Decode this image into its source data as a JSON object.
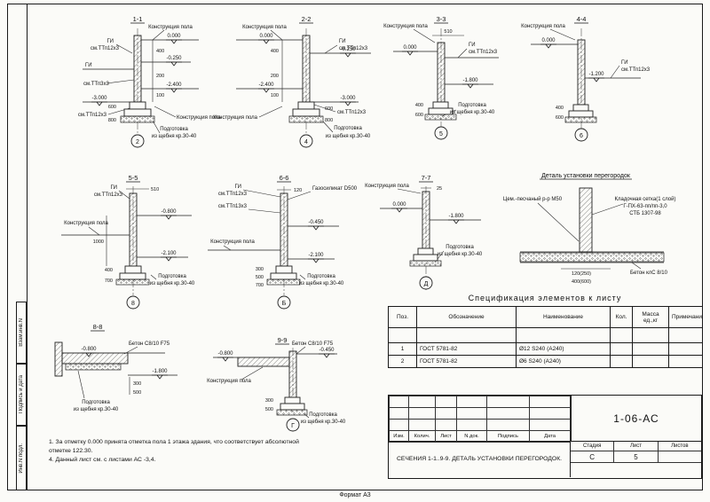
{
  "sheet": {
    "format_label": "Формат А3",
    "strip_top": "Взам.инв.N",
    "strip_mid": "Подпись и дата",
    "strip_bot": "Инв.N подл."
  },
  "common": {
    "konstr_pola": "Конструкция пола",
    "gi": "ГИ",
    "sm12": "см.ТТп12х3",
    "sm13": "см.ТТп13х3",
    "sm3": "см.ТТп3х3",
    "podg_line1": "Подготовка",
    "podg_line2": "из щебня кр.30-40"
  },
  "sections": {
    "s1": {
      "title": "1-1",
      "axis": "2",
      "e1": "0.000",
      "e2": "-0.250",
      "e3": "-2.400",
      "e4": "-3.000",
      "d1": "400",
      "d2": "200",
      "d3": "100",
      "d4": "600",
      "d5": "800"
    },
    "s2": {
      "title": "2-2",
      "axis": "4",
      "e1": "0.000",
      "e2": "-0.250",
      "e3": "-2.400",
      "e4": "-3.000",
      "d1": "400",
      "d2": "200",
      "d3": "100",
      "d4": "600",
      "d5": "800"
    },
    "s3": {
      "title": "3-3",
      "axis": "5",
      "e1": "0.000",
      "e2": "-1.800",
      "d1": "510",
      "d2": "400",
      "d3": "600"
    },
    "s4": {
      "title": "4-4",
      "axis": "6",
      "e1": "0.000",
      "e2": "-1.200",
      "d1": "400",
      "d2": "600"
    },
    "s5": {
      "title": "5-5",
      "axis": "8",
      "e1": "-0.800",
      "e2": "-2.100",
      "d1": "510",
      "d2": "1000",
      "d3": "400",
      "d4": "700"
    },
    "s6": {
      "title": "6-6",
      "axis": "Б",
      "gas": "Газосиликат D500",
      "e1": "-0.450",
      "e2": "-2.100",
      "d1": "120",
      "d2": "300",
      "d3": "500",
      "d4": "700"
    },
    "s7": {
      "title": "7-7",
      "axis": "Д",
      "e1": "0.000",
      "e2": "-1.800",
      "d1": "25"
    },
    "s8": {
      "title": "8-8",
      "beton": "Бетон С8/10 F75",
      "e1": "-0.800",
      "e2": "-1.800",
      "d1": "300",
      "d2": "500"
    },
    "s9": {
      "title": "9-9",
      "axis": "Г",
      "beton": "Бетон С8/10 F75",
      "e1": "-0.800",
      "e2": "-0.450",
      "d1": "300",
      "d2": "500"
    },
    "det": {
      "title": "Деталь установки перегородок",
      "cem": "Цем.-песчаный р-р М50",
      "setka1": "Кладочная сетка(1 слой)",
      "setka2": "Г-ПХ-63-пп/пп-3,0",
      "setka3": "СТБ 1307-98",
      "beton": "Бетон клС 8/10",
      "d1": "120(250)",
      "d2": "400(600)"
    }
  },
  "spec": {
    "title": "Спецификация элементов к листу",
    "headers": [
      "Поз.",
      "Обозначение",
      "Наименование",
      "Кол.",
      "Масса ед.,кг",
      "Примечание"
    ],
    "rows": [
      [
        "1",
        "ГОСТ 5781-82",
        "Ø12 S240 (А240)",
        "",
        "",
        ""
      ],
      [
        "2",
        "ГОСТ 5781-82",
        "Ø6 S240 (А240)",
        "",
        "",
        ""
      ]
    ]
  },
  "titleblock": {
    "code": "1-06-АС",
    "rev_cols": [
      "Изм.",
      "Колич.",
      "Лист",
      "N док.",
      "Подпись",
      "Дата"
    ],
    "doc_title": "СЕЧЕНИЯ 1-1..9-9. ДЕТАЛЬ УСТАНОВКИ ПЕРЕГОРОДОК.",
    "stage_label": "Стадия",
    "sheet_label": "Лист",
    "sheets_label": "Листов",
    "stage": "С",
    "sheet_num": "5",
    "sheets_total": ""
  },
  "notes": {
    "line1": "1. За отметку 0.000 принята отметка пола 1 этажа здания, что соответствует абсолютной",
    "line2": "отметке 122.30.",
    "line3": "4. Данный лист см. с листами АС -3,4."
  }
}
